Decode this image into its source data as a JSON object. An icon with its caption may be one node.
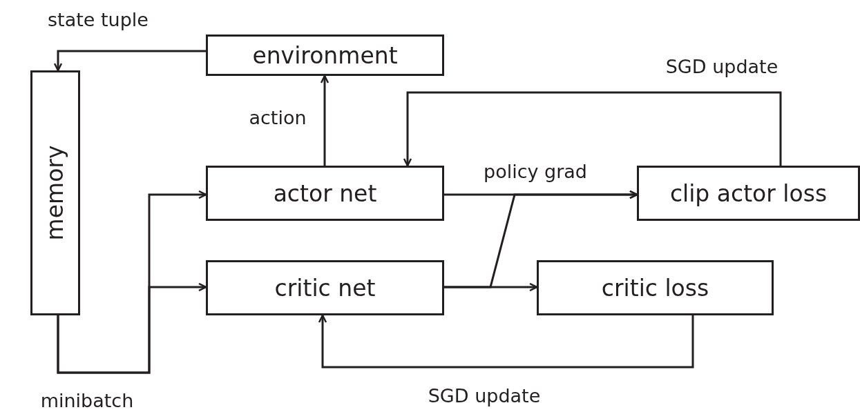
{
  "diagram": {
    "nodes": [
      {
        "text": [
          "environment"
        ]
      },
      {
        "text": [
          "memory"
        ]
      },
      {
        "text": [
          "actor net"
        ]
      },
      {
        "text": [
          "clip actor loss"
        ]
      },
      {
        "text": [
          "critic net"
        ]
      },
      {
        "text": [
          "critic loss"
        ]
      }
    ],
    "edges": [
      {
        "from": 0,
        "to": 1,
        "arrow": "to",
        "label": "state tuple"
      },
      {
        "from": 2,
        "to": 0,
        "arrow": "to",
        "label": "action"
      },
      {
        "from": 1,
        "to": 2,
        "arrow": "to",
        "label": "minibatch"
      },
      {
        "from": 1,
        "to": 4,
        "arrow": "to"
      },
      {
        "from": 2,
        "to": 3,
        "arrow": "to",
        "label": "policy grad"
      },
      {
        "from": 4,
        "to": 3,
        "arrow": "to"
      },
      {
        "from": 4,
        "to": 5,
        "arrow": "to"
      },
      {
        "from": 3,
        "to": 2,
        "arrow": "to",
        "label": "SGD update"
      },
      {
        "from": 5,
        "to": 4,
        "arrow": "to",
        "label": "SGD update"
      }
    ]
  }
}
